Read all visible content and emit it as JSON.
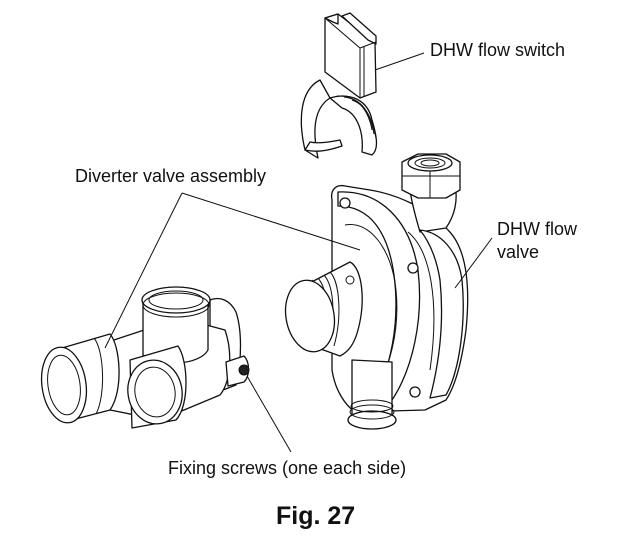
{
  "figure": {
    "caption": "Fig. 27",
    "labels": {
      "dhw_flow_switch": "DHW flow switch",
      "diverter_valve_assembly": "Diverter valve assembly",
      "dhw_flow_valve_line1": "DHW flow",
      "dhw_flow_valve_line2": "valve",
      "fixing_screws": "Fixing screws (one each side)"
    },
    "parts": [
      "dhw-flow-switch",
      "dhw-flow-valve",
      "diverter-valve-assembly",
      "fixing-screw"
    ]
  }
}
